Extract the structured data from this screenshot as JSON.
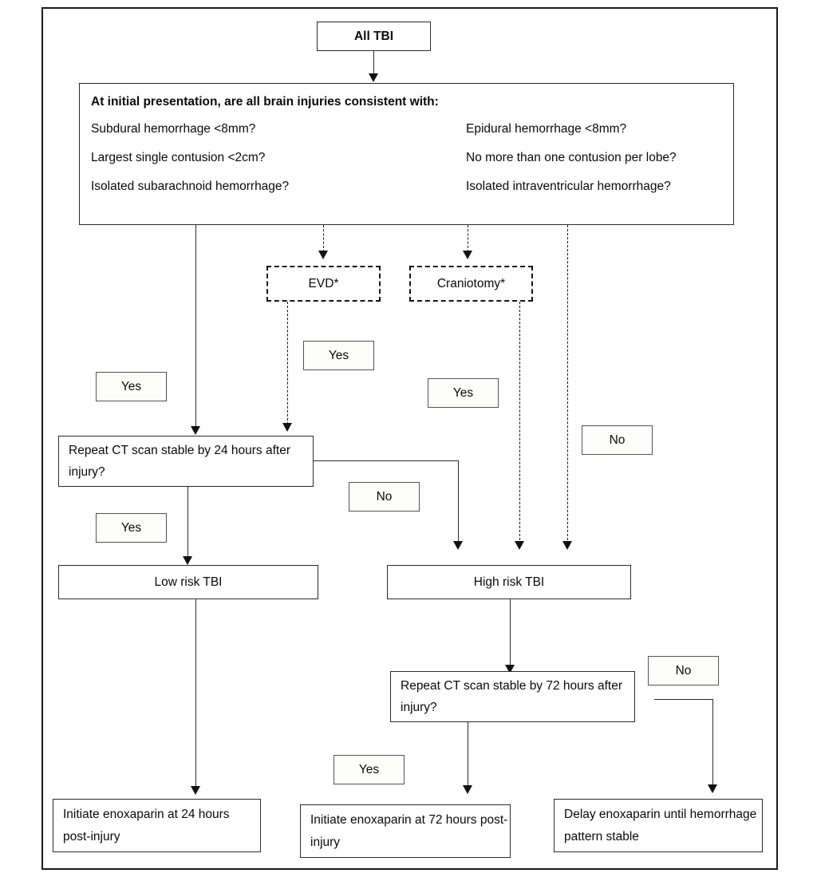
{
  "diagram": {
    "title_node": "All TBI",
    "question_panel": {
      "heading": "At initial presentation, are all brain injuries consistent with:",
      "criteria_left": [
        "Subdural hemorrhage <8mm?",
        "Largest single contusion <2cm?",
        "Isolated subarachnoid hemorrhage?"
      ],
      "criteria_right": [
        "Epidural hemorrhage <8mm?",
        "No more than one contusion per lobe?",
        "Isolated intraventricular hemorrhage?"
      ]
    },
    "interventions": {
      "evd": "EVD*",
      "craniotomy": "Craniotomy*"
    },
    "decisions": {
      "repeat_ct_24": "Repeat CT scan stable by 24 hours after injury?",
      "repeat_ct_72": "Repeat CT scan stable by 72 hours after injury?"
    },
    "risk": {
      "low": "Low risk TBI",
      "high": "High risk TBI"
    },
    "outcomes": {
      "enox_24": "Initiate enoxaparin at 24 hours post-injury",
      "enox_72": "Initiate enoxaparin at 72 hours post-injury",
      "delay": "Delay enoxaparin until hemorrhage pattern stable"
    },
    "edge_labels": {
      "yes_criteria": "Yes",
      "yes_evd": "Yes",
      "yes_craniotomy": "Yes",
      "no_criteria": "No",
      "yes_ct24": "Yes",
      "no_ct24": "No",
      "yes_ct72": "Yes",
      "no_ct72": "No"
    },
    "colors": {
      "border": "#2b2b2b",
      "text": "#0a0a0a",
      "frame": "#1b1b1b",
      "background": "#ffffff"
    }
  }
}
